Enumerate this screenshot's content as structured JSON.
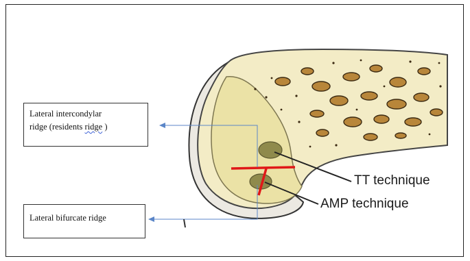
{
  "callouts": {
    "intercondylar": {
      "line1": "Lateral intercondylar",
      "line2_pre": "ridge (residents ",
      "line2_wavy": "ridge",
      "line2_post": " )"
    },
    "bifurcate": {
      "label": "Lateral bifurcate ridge"
    }
  },
  "techniques": {
    "tt": "TT technique",
    "amp": "AMP technique"
  },
  "colors": {
    "bone_fill": "#f3ecc6",
    "cartilage": "#ece9e2",
    "marrow_spot": "#b8863a",
    "ridge_line": "#e01818",
    "arrow": "#5b86c8",
    "tunnel": "#8f8a4c"
  }
}
